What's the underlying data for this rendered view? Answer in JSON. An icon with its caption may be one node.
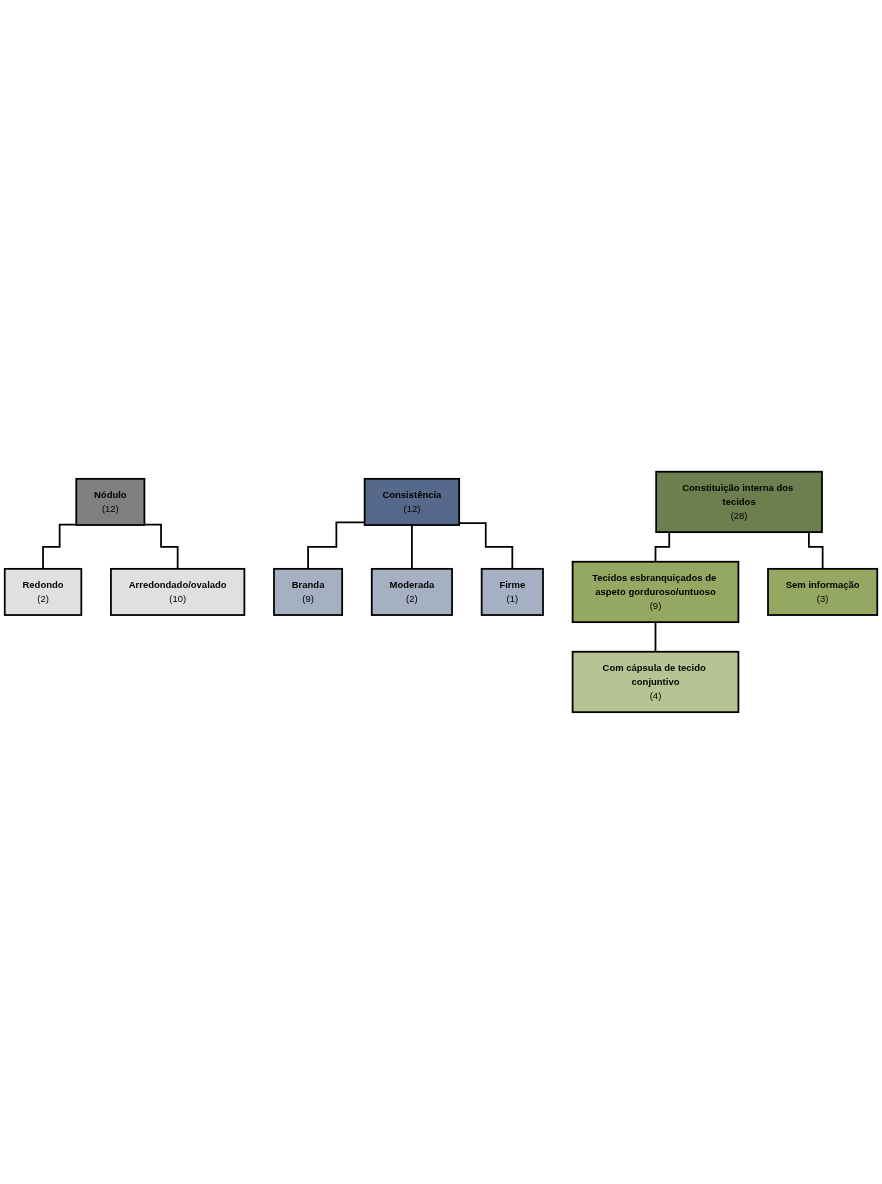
{
  "diagram": {
    "nodes": [
      {
        "text": [
          "Nódulo",
          "(12)"
        ]
      },
      {
        "text": [
          "Redondo",
          "(2)"
        ]
      },
      {
        "text": [
          "Arredondado/ovalado",
          "(10)"
        ]
      },
      {
        "text": [
          "Consistência",
          "(12)"
        ]
      },
      {
        "text": [
          "Branda",
          "(9)"
        ]
      },
      {
        "text": [
          "Moderada",
          "(2)"
        ]
      },
      {
        "text": [
          "Firme",
          "(1)"
        ]
      },
      {
        "text": [
          "Constituição interna dos tecidos",
          "(28)"
        ]
      },
      {
        "text": [
          "Tecidos esbranquiçados de aspeto gorduroso/untuoso",
          "(9)"
        ]
      },
      {
        "text": [
          "Sem informação",
          "(3)"
        ]
      },
      {
        "text": [
          "Com cápsula de tecido conjuntivo",
          "(4)"
        ]
      }
    ],
    "edges": [
      {
        "from": 0,
        "to": 1,
        "arrow": "none"
      },
      {
        "from": 0,
        "to": 2,
        "arrow": "none"
      },
      {
        "from": 3,
        "to": 4,
        "arrow": "none"
      },
      {
        "from": 3,
        "to": 5,
        "arrow": "none"
      },
      {
        "from": 3,
        "to": 6,
        "arrow": "none"
      },
      {
        "from": 7,
        "to": 8,
        "arrow": "none"
      },
      {
        "from": 7,
        "to": 9,
        "arrow": "none"
      },
      {
        "from": 8,
        "to": 10,
        "arrow": "none"
      }
    ]
  }
}
